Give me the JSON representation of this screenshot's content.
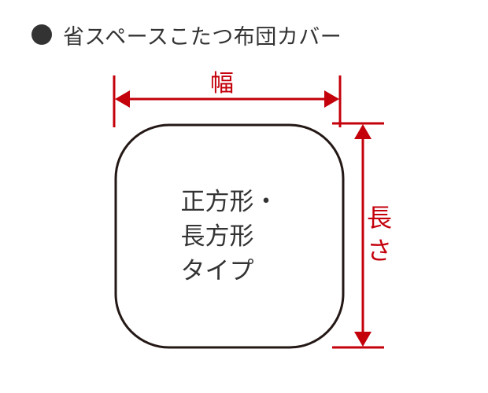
{
  "header": {
    "title": "省スペースこたつ布団カバー",
    "bullet_icon": "filled-circle"
  },
  "diagram": {
    "shape": "rounded-square",
    "shape_label_lines": [
      "正方形・",
      "長方形",
      "タイプ"
    ],
    "width_label": "幅",
    "length_label_lines": [
      "長",
      "さ"
    ],
    "colors": {
      "dimension": "#c4000b",
      "outline": "#231815",
      "text": "#333333"
    }
  }
}
